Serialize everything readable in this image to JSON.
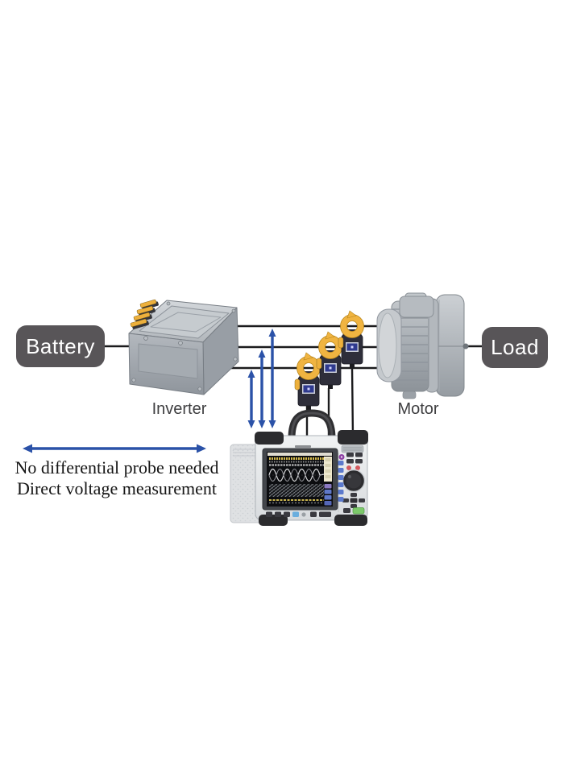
{
  "page": {
    "background": "#ffffff"
  },
  "nodes": {
    "battery": "Battery",
    "load": "Load"
  },
  "labels": {
    "inverter": "Inverter",
    "motor": "Motor"
  },
  "caption": {
    "line1": "No differential probe needed",
    "line2": "Direct voltage measurement"
  },
  "colors": {
    "node_box": "#585558",
    "node_text": "#ffffff",
    "wire": "#1b1b1d",
    "arrow": "#2b52a8",
    "clamp_yellow": "#f0b441",
    "clamp_body": "#2e2e3a",
    "label_text": "#3f3f41",
    "caption_text": "#151515",
    "analyzer_body": "#e9ebed",
    "screen_background": "#0c0d10"
  },
  "icons": {
    "current_clamp": "clamp-meter-icon",
    "voltage_arrows": "double-headed-arrow-icon",
    "range_arrow": "bidirectional-arrow-icon"
  }
}
